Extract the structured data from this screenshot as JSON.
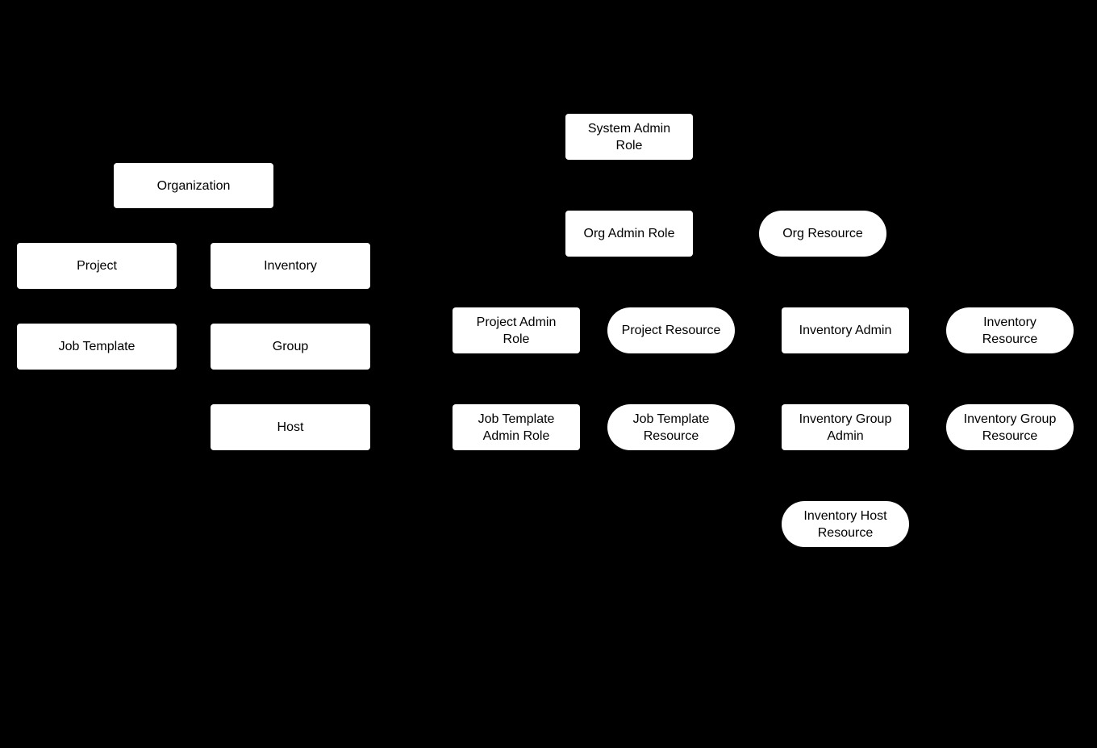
{
  "diagram": {
    "colors": {
      "background": "#000000",
      "node_fill": "#ffffff",
      "node_text": "#000000"
    },
    "nodes": {
      "organization": {
        "label": "Organization",
        "shape": "rect"
      },
      "project": {
        "label": "Project",
        "shape": "rect"
      },
      "inventory": {
        "label": "Inventory",
        "shape": "rect"
      },
      "job_template": {
        "label": "Job Template",
        "shape": "rect"
      },
      "group": {
        "label": "Group",
        "shape": "rect"
      },
      "host": {
        "label": "Host",
        "shape": "rect"
      },
      "system_admin_role": {
        "label": "System Admin\nRole",
        "shape": "rect"
      },
      "org_admin_role": {
        "label": "Org Admin Role",
        "shape": "rect"
      },
      "org_resource": {
        "label": "Org Resource",
        "shape": "pill"
      },
      "project_admin_role": {
        "label": "Project Admin\nRole",
        "shape": "rect"
      },
      "project_resource": {
        "label": "Project Resource",
        "shape": "pill"
      },
      "inventory_admin": {
        "label": "Inventory Admin",
        "shape": "rect"
      },
      "inventory_resource": {
        "label": "Inventory\nResource",
        "shape": "pill"
      },
      "job_template_admin_role": {
        "label": "Job Template\nAdmin Role",
        "shape": "rect"
      },
      "job_template_resource": {
        "label": "Job Template\nResource",
        "shape": "pill"
      },
      "inventory_group_admin": {
        "label": "Inventory Group\nAdmin",
        "shape": "rect"
      },
      "inventory_group_resource": {
        "label": "Inventory Group\nResource",
        "shape": "pill"
      },
      "inventory_host_resource": {
        "label": "Inventory Host\nResource",
        "shape": "pill"
      }
    }
  }
}
